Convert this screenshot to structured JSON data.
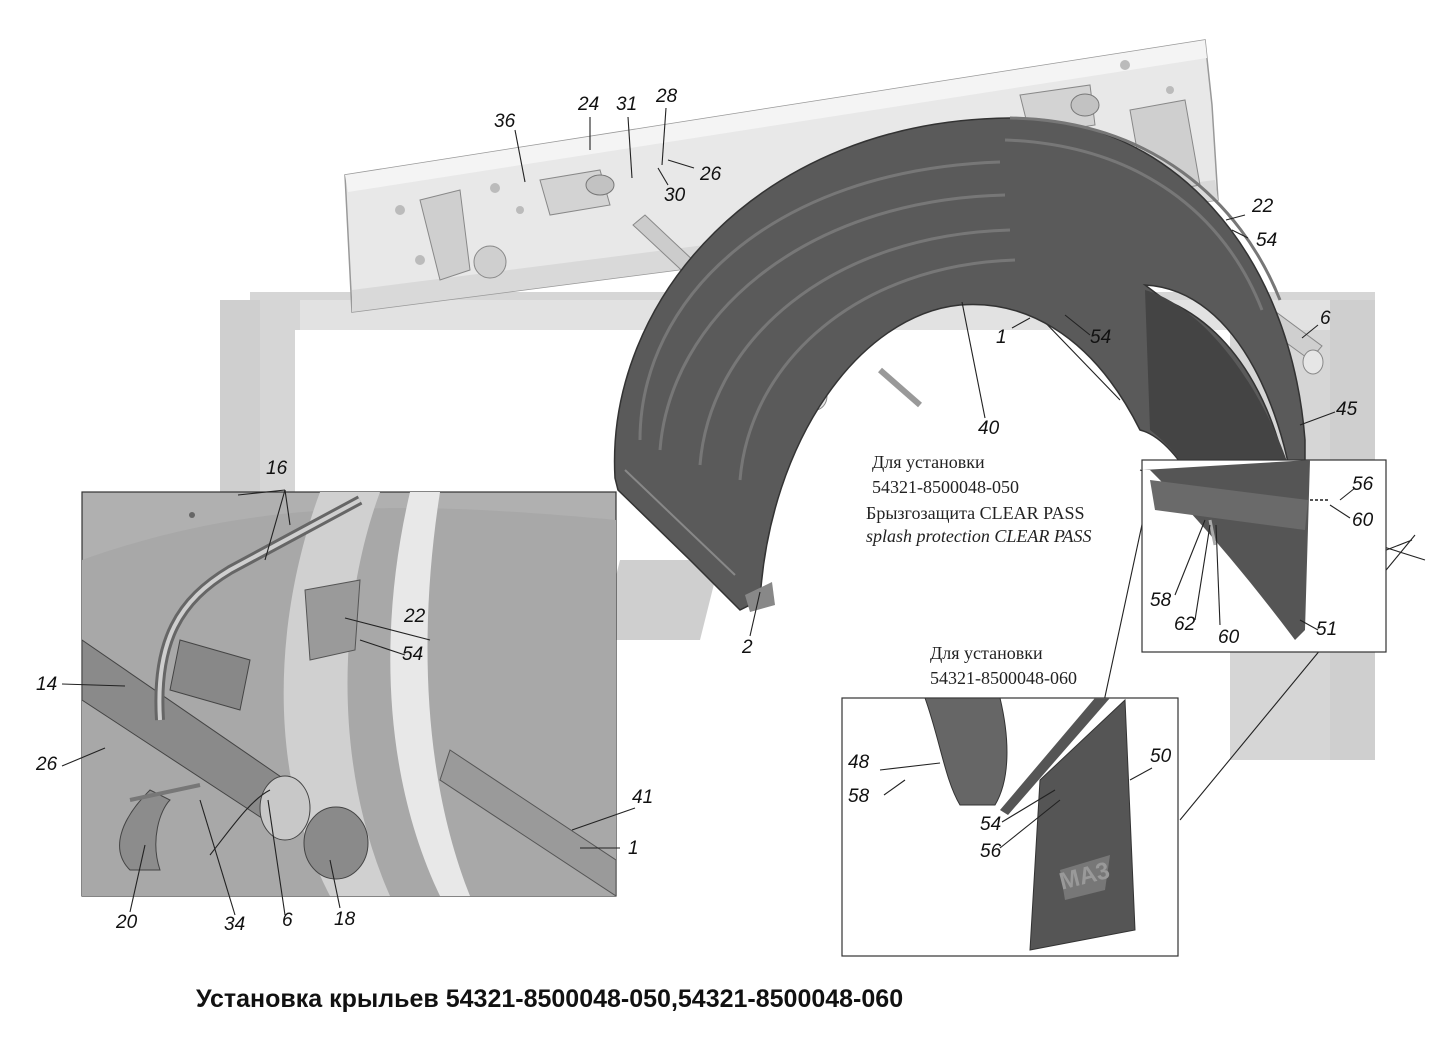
{
  "title": "Установка крыльев 54321-8500048-050,54321-8500048-060",
  "note_050": {
    "line1": "Для установки",
    "line2": "54321-8500048-050",
    "line3": "Брызгозащита CLEAR PASS",
    "line4": "splash protection CLEAR PASS"
  },
  "note_060": {
    "line1": "Для установки",
    "line2": "54321-8500048-060"
  },
  "logo_text": "MA3",
  "callouts": {
    "main": [
      "24",
      "31",
      "28",
      "36",
      "26",
      "30",
      "22",
      "54",
      "6",
      "1",
      "54",
      "40",
      "45",
      "2"
    ],
    "detail_left": [
      "16",
      "22",
      "54",
      "14",
      "26",
      "41",
      "1",
      "20",
      "34",
      "6",
      "18"
    ],
    "detail_right_top": [
      "56",
      "60",
      "58",
      "62",
      "60",
      "51"
    ],
    "detail_right_bottom": [
      "48",
      "58",
      "50",
      "54",
      "56"
    ]
  },
  "colors": {
    "fender": "#5a5a5a",
    "fender_dark": "#3f3f3f",
    "frame": "#e6e6e6",
    "watermark": "#d2d2d2",
    "detail_bg": "#b4b4b4"
  }
}
